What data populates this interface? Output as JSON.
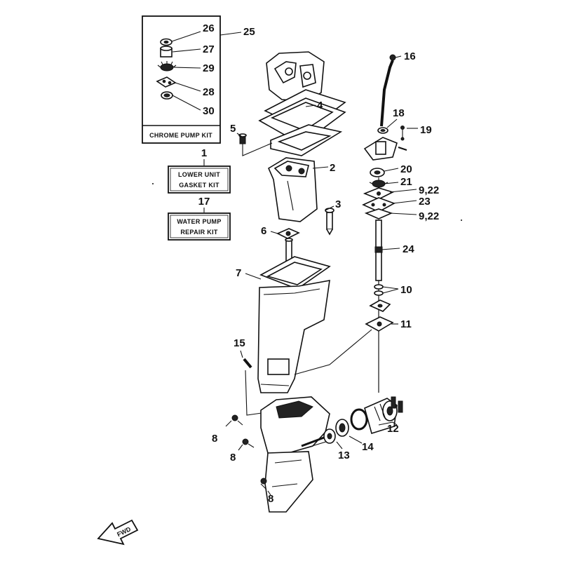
{
  "kit_boxes": {
    "chrome": {
      "label": "CHROME PUMP KIT"
    },
    "gasket": {
      "number": "1",
      "line1": "LOWER UNIT",
      "line2": "GASKET KIT"
    },
    "water": {
      "number": "17",
      "line1": "WATER PUMP",
      "line2": "REPAIR KIT"
    }
  },
  "callouts": [
    {
      "id": "c26",
      "text": "26"
    },
    {
      "id": "c27",
      "text": "27"
    },
    {
      "id": "c29",
      "text": "29"
    },
    {
      "id": "c28",
      "text": "28"
    },
    {
      "id": "c30",
      "text": "30"
    },
    {
      "id": "c25",
      "text": "25"
    },
    {
      "id": "c4",
      "text": "4"
    },
    {
      "id": "c5",
      "text": "5"
    },
    {
      "id": "c2",
      "text": "2"
    },
    {
      "id": "c3",
      "text": "3"
    },
    {
      "id": "c6",
      "text": "6"
    },
    {
      "id": "c7",
      "text": "7"
    },
    {
      "id": "c16",
      "text": "16"
    },
    {
      "id": "c18",
      "text": "18"
    },
    {
      "id": "c19",
      "text": "19"
    },
    {
      "id": "c20",
      "text": "20"
    },
    {
      "id": "c21",
      "text": "21"
    },
    {
      "id": "c922a",
      "text": "9,22"
    },
    {
      "id": "c23",
      "text": "23"
    },
    {
      "id": "c922b",
      "text": "9,22"
    },
    {
      "id": "c24",
      "text": "24"
    },
    {
      "id": "c10",
      "text": "10"
    },
    {
      "id": "c11",
      "text": "11"
    },
    {
      "id": "c15",
      "text": "15"
    },
    {
      "id": "c8a",
      "text": "8"
    },
    {
      "id": "c8b",
      "text": "8"
    },
    {
      "id": "c8c",
      "text": "8"
    },
    {
      "id": "c12",
      "text": "12"
    },
    {
      "id": "c14",
      "text": "14"
    },
    {
      "id": "c13",
      "text": "13"
    }
  ],
  "fwd": {
    "label": "FWD"
  }
}
